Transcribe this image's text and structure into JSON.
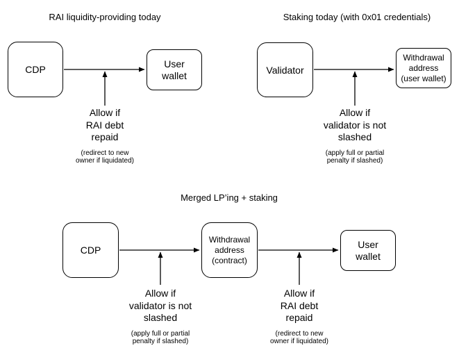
{
  "colors": {
    "stroke": "#000000",
    "background": "#ffffff",
    "text": "#000000"
  },
  "diagrams": [
    {
      "title": "RAI liquidity-providing today",
      "nodes": {
        "source": "CDP",
        "target": "User\nwallet"
      },
      "condition": {
        "label": "Allow if\nRAI debt\nrepaid",
        "note": "(redirect to new\nowner if liquidated)"
      }
    },
    {
      "title": "Staking today (with 0x01 credentials)",
      "nodes": {
        "source": "Validator",
        "target": "Withdrawal\naddress\n(user wallet)"
      },
      "condition": {
        "label": "Allow if\nvalidator is not\nslashed",
        "note": "(apply full or partial\npenalty if slashed)"
      }
    },
    {
      "title": "Merged LP’ing + staking",
      "nodes": {
        "source": "CDP",
        "middle": "Withdrawal\naddress\n(contract)",
        "target": "User\nwallet"
      },
      "conditions": [
        {
          "label": "Allow if\nvalidator is not\nslashed",
          "note": "(apply full or partial\npenalty if slashed)"
        },
        {
          "label": "Allow if\nRAI debt\nrepaid",
          "note": "(redirect to new\nowner if liquidated)"
        }
      ]
    }
  ]
}
